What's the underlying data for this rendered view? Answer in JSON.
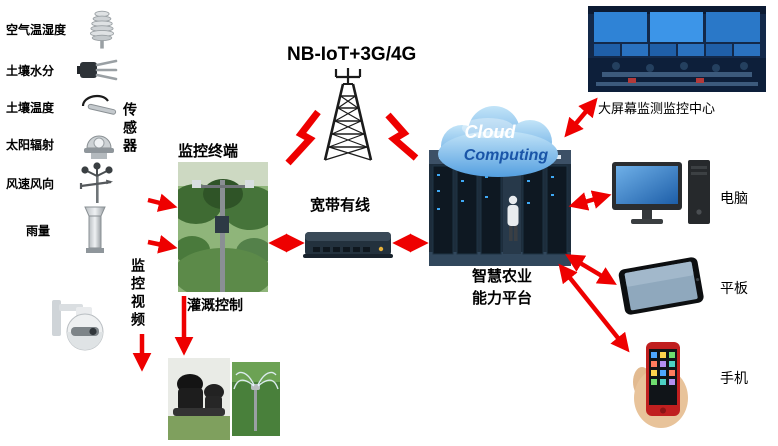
{
  "diagram": {
    "wireless_label": "NB-IoT+3G/4G",
    "wired_label": "宽带有线",
    "sensor_group_label": "传感器",
    "video_label": "监控视频",
    "terminal_label": "监控终端",
    "irrigation_label": "灌溉控制",
    "platform_line1": "智慧农业",
    "platform_line2": "能力平台",
    "cloud_word1": "Cloud",
    "cloud_word2": "Computing",
    "control_center_label": "大屏幕监测监控中心",
    "pc_label": "电脑",
    "tablet_label": "平板",
    "phone_label": "手机"
  },
  "sensors": [
    {
      "label": "空气温湿度",
      "icon": "radiation-shield-icon"
    },
    {
      "label": "土壤水分",
      "icon": "soil-moisture-probe-icon"
    },
    {
      "label": "土壤温度",
      "icon": "soil-temperature-probe-icon"
    },
    {
      "label": "太阳辐射",
      "icon": "pyranometer-icon"
    },
    {
      "label": "风速风向",
      "icon": "anemometer-icon"
    },
    {
      "label": "雨量",
      "icon": "rain-gauge-icon"
    }
  ],
  "colors": {
    "arrow": "#ee0000",
    "text": "#000000",
    "cloud_fill": "#6fb5e8",
    "cloud_text": "#1a55a8"
  }
}
